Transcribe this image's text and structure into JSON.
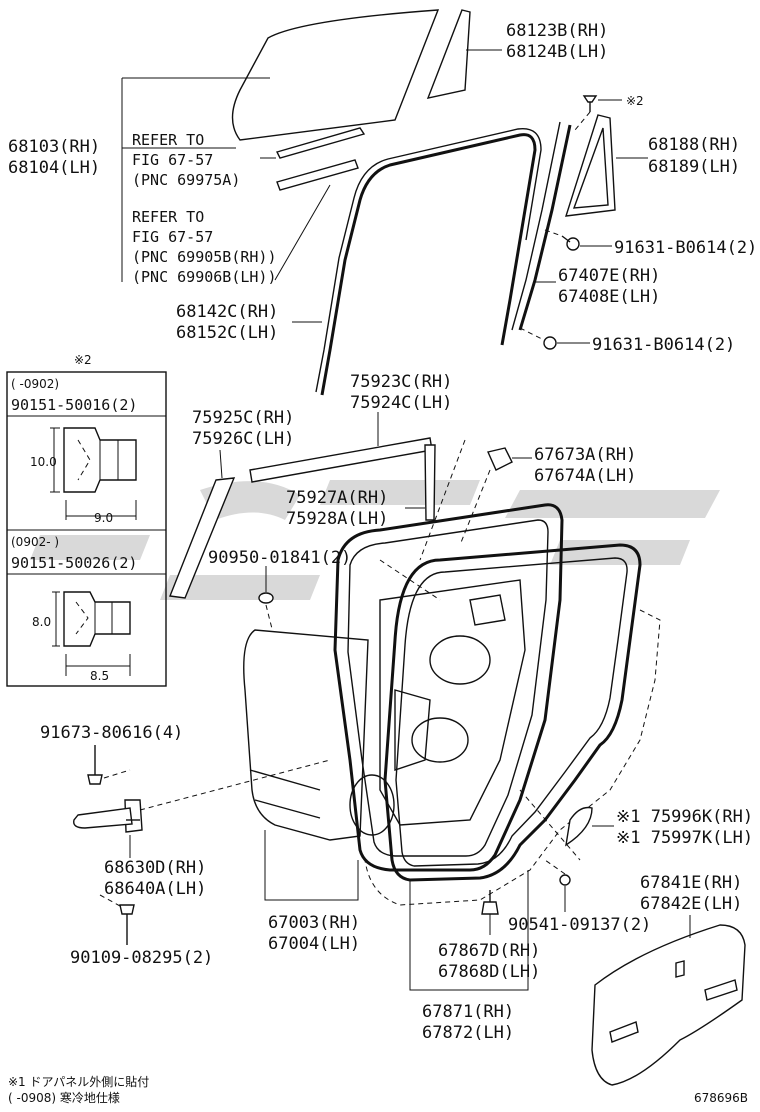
{
  "labels": {
    "l68123": "68123B(RH)",
    "l68124": "68124B(LH)",
    "star2_top": "※2",
    "l68103": "68103(RH)",
    "l68104": "68104(LH)",
    "refer1_a": "REFER TO",
    "refer1_b": "FIG 67-57",
    "refer1_c": "(PNC 69975A)",
    "refer2_a": "REFER TO",
    "refer2_b": "FIG 67-57",
    "refer2_c": "(PNC 69905B(RH))",
    "refer2_d": "(PNC 69906B(LH))",
    "l68188": "68188(RH)",
    "l68189": "68189(LH)",
    "l91631a": "91631-B0614(2)",
    "l67407": "67407E(RH)",
    "l67408": "67408E(LH)",
    "l68142": "68142C(RH)",
    "l68152": "68152C(LH)",
    "l91631b": "91631-B0614(2)",
    "l75923": "75923C(RH)",
    "l75924": "75924C(LH)",
    "l75925": "75925C(RH)",
    "l75926": "75926C(LH)",
    "l67673": "67673A(RH)",
    "l67674": "67674A(LH)",
    "l75927": "75927A(RH)",
    "l75928": "75928A(LH)",
    "l90950": "90950-01841(2)",
    "l91673": "91673-80616(4)",
    "l68630": "68630D(RH)",
    "l68640": "68640A(LH)",
    "l90109": "90109-08295(2)",
    "l67003": "67003(RH)",
    "l67004": "67004(LH)",
    "l75996": "※1 75996K(RH)",
    "l75997": "※1 75997K(LH)",
    "l90541": "90541-09137(2)",
    "l67841": "67841E(RH)",
    "l67842": "67842E(LH)",
    "l67867": "67867D(RH)",
    "l67868": "67868D(LH)",
    "l67871": "67871(RH)",
    "l67872": "67872(LH)"
  },
  "inset": {
    "star": "※2",
    "range1": "(     -0902)",
    "part1": "90151-50016(2)",
    "dim1_h": "10.0",
    "dim1_w": "9.0",
    "range2": "(0902-     )",
    "part2": "90151-50026(2)",
    "dim2_h": "8.0",
    "dim2_w": "8.5"
  },
  "footnote": {
    "line1": "※1 ドアパネル外側に貼付",
    "line2": "(     -0908) 寒冷地仕様"
  },
  "figure_id": "678696B"
}
